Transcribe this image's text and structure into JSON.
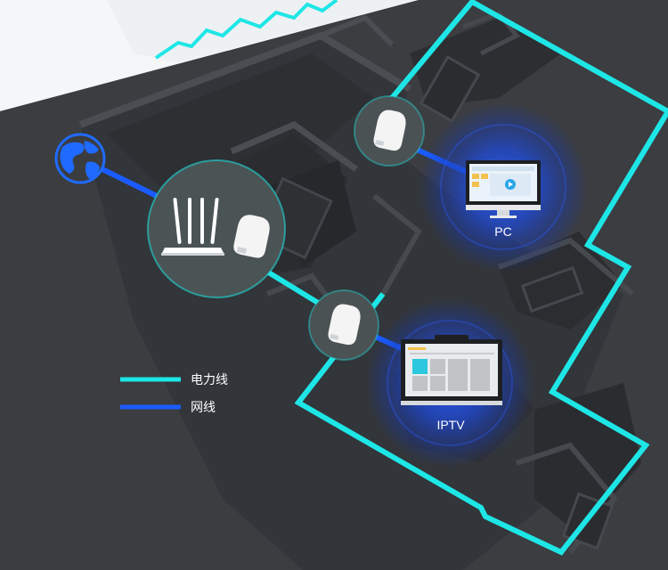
{
  "devices": {
    "pc_label": "PC",
    "iptv_label": "IPTV"
  },
  "legend": {
    "items": [
      {
        "label": "电力线",
        "color": "#1ee6e6"
      },
      {
        "label": "网线",
        "color": "#1a5cff"
      }
    ]
  },
  "colors": {
    "background": "#3a3c40",
    "powerline": "#1ee6e6",
    "ethernet": "#1a5cff",
    "globe": "#1f6bff",
    "glow": "#1d49c9"
  },
  "icons": [
    "globe-icon",
    "router-icon",
    "powerline-adapter-icon",
    "pc-monitor-icon",
    "tv-monitor-icon"
  ]
}
